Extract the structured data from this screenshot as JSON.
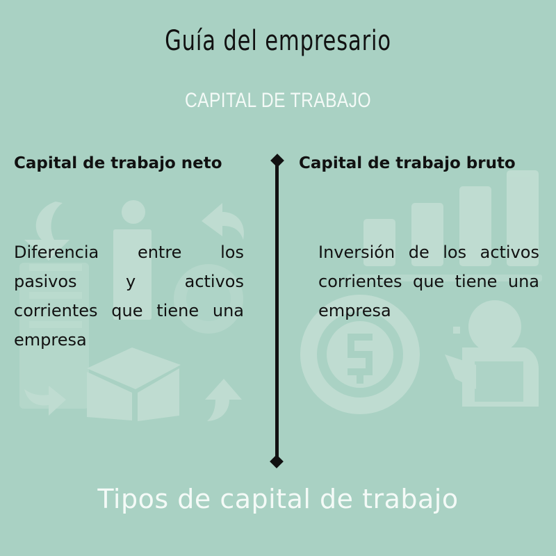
{
  "header": {
    "title": "Guía del empresario",
    "subtitle": "CAPITAL DE TRABAJO"
  },
  "columns": [
    {
      "heading": "Capital de trabajo neto",
      "body": "Diferencia entre los pasivos y activos corrientes que tiene una empresa"
    },
    {
      "heading": "Capital de trabajo bruto",
      "body": "Inversión de los activos corrientes que tiene una empresa"
    }
  ],
  "footer": {
    "title": "Tipos de capital de trabajo"
  },
  "colors": {
    "background": "#a9d1c3",
    "decorative_icons": "#c8e3d8",
    "text_dark": "#111111",
    "text_light": "#f4faf7"
  },
  "decorative_icons": [
    "arrow-down-icon",
    "person-icon",
    "arrow-back-icon",
    "currency-coin-icon",
    "document-list-icon",
    "box-icon",
    "arrow-right-icon",
    "arrow-up-icon",
    "bar-chart-icon",
    "dollar-coin-icon",
    "person-reading-icon"
  ]
}
